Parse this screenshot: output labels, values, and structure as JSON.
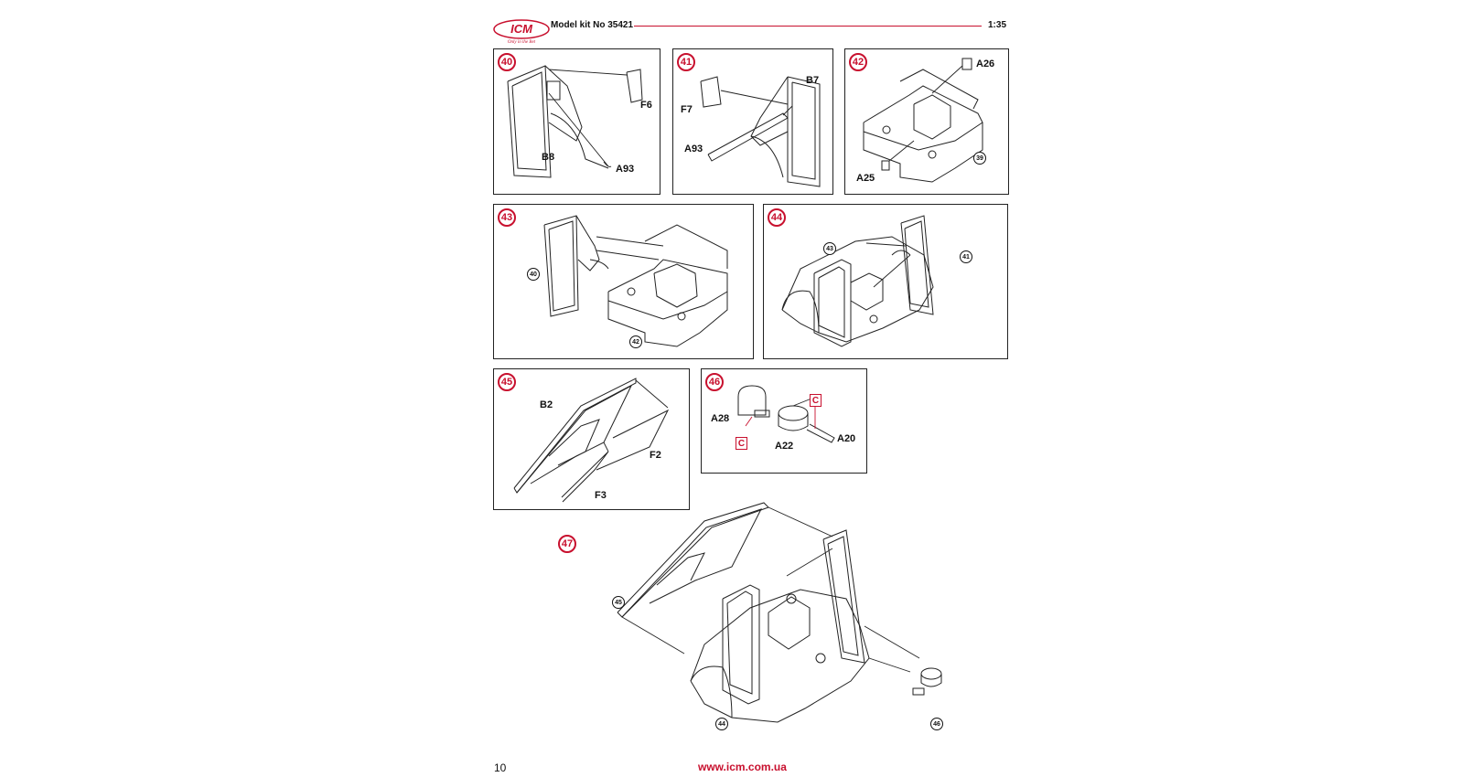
{
  "header": {
    "logo_text": "ICM",
    "logo_tagline": "Only in the Bet",
    "kit_title": "Model kit No 35421",
    "scale": "1:35",
    "accent_color": "#c8102e"
  },
  "steps": {
    "s40": {
      "number": "40",
      "parts": [
        "F6",
        "B8",
        "A93"
      ]
    },
    "s41": {
      "number": "41",
      "parts": [
        "B7",
        "F7",
        "A93"
      ]
    },
    "s42": {
      "number": "42",
      "parts": [
        "A26",
        "A25"
      ],
      "refs": [
        "39"
      ]
    },
    "s43": {
      "number": "43",
      "refs": [
        "40",
        "42"
      ]
    },
    "s44": {
      "number": "44",
      "refs": [
        "43",
        "41"
      ]
    },
    "s45": {
      "number": "45",
      "parts": [
        "B2",
        "F2",
        "F3"
      ]
    },
    "s46": {
      "number": "46",
      "parts": [
        "A28",
        "A22",
        "A20"
      ],
      "markers": [
        "C",
        "C"
      ]
    },
    "s47": {
      "number": "47",
      "refs": [
        "45",
        "44",
        "46"
      ]
    }
  },
  "footer": {
    "page_number": "10",
    "url": "www.icm.com.ua"
  }
}
